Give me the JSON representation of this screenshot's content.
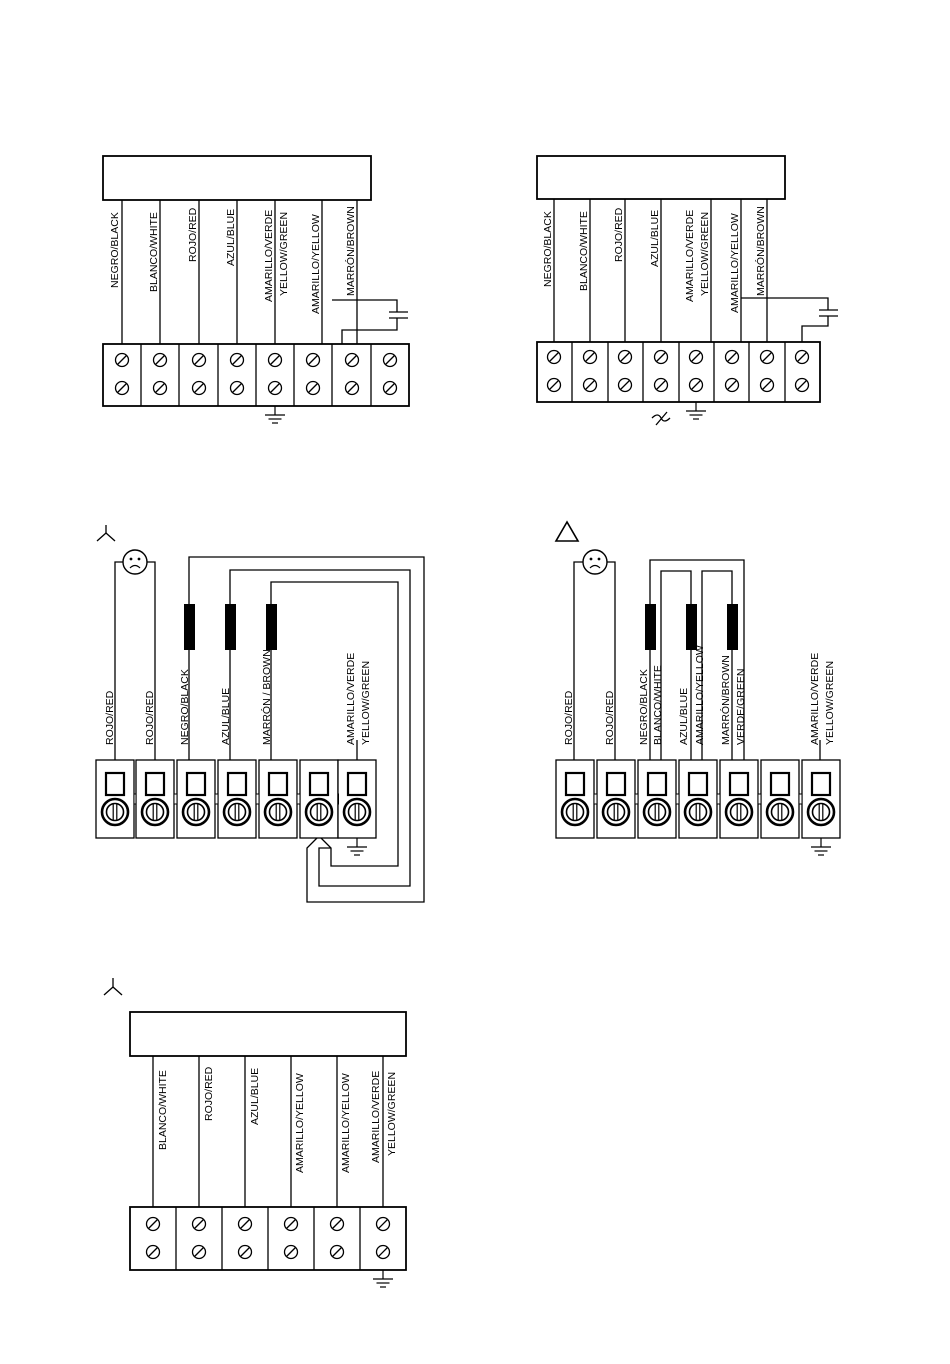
{
  "diagram_1": {
    "wires": [
      "NEGRO/BLACK",
      "BLANCO/WHITE",
      "ROJO/RED",
      "AZUL/BLUE",
      "AMARILLO/VERDE",
      "YELLOW/GREEN",
      "AMARILLO/YELLOW",
      "MARRÓN/BROWN"
    ]
  },
  "diagram_2": {
    "wires": [
      "NEGRO/BLACK",
      "BLANCO/WHITE",
      "ROJO/RED",
      "AZUL/BLUE",
      "AMARILLO/VERDE",
      "YELLOW/GREEN",
      "AMARILLO/YELLOW",
      "MARRÓN/BROWN"
    ]
  },
  "diagram_3": {
    "symbol": "star-connection",
    "wires": [
      "ROJO/RED",
      "ROJO/RED",
      "NEGRO/BLACK",
      "AZUL/BLUE",
      "MARRÓN / BROWN",
      "AMARILLO/VERDE",
      "YELLOW/GREEN"
    ]
  },
  "diagram_4": {
    "symbol": "delta-connection",
    "wires": [
      "ROJO/RED",
      "ROJO/RED",
      "NEGRO/BLACK",
      "BLANCO/WHITE",
      "AZUL/BLUE",
      "AMARILLO/YELLOW",
      "MARRÓN/BROWN",
      "VERDE/GREEN",
      "AMARILLO/VERDE",
      "YELLOW/GREEN"
    ]
  },
  "diagram_5": {
    "symbol": "star-connection",
    "wires": [
      "BLANCO/WHITE",
      "ROJO/RED",
      "AZUL/BLUE",
      "AMARILLO/YELLOW",
      "AMARILLO/YELLOW",
      "AMARILLO/VERDE",
      "YELLOW/GREEN"
    ]
  }
}
